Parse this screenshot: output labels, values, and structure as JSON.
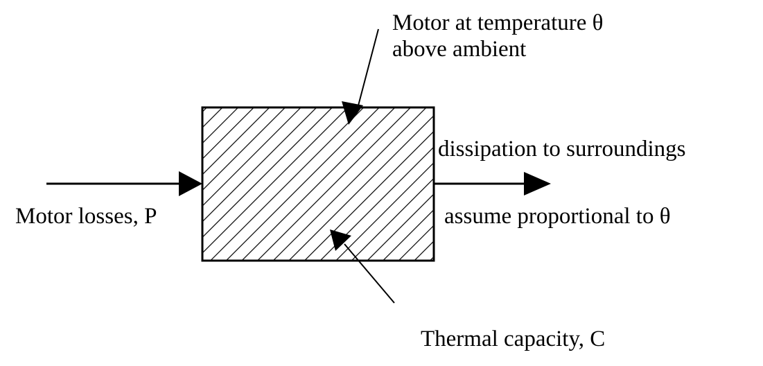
{
  "labels": {
    "motor_temperature_line1": "Motor at temperature θ",
    "motor_temperature_line2": "above ambient",
    "dissipation": "dissipation to surroundings",
    "proportional": "assume proportional to θ",
    "losses": "Motor losses, P",
    "capacity": "Thermal capacity, C"
  },
  "colors": {
    "ink": "#000000",
    "background": "#ffffff"
  },
  "box": {
    "fill_pattern": "diagonal-hatching"
  }
}
